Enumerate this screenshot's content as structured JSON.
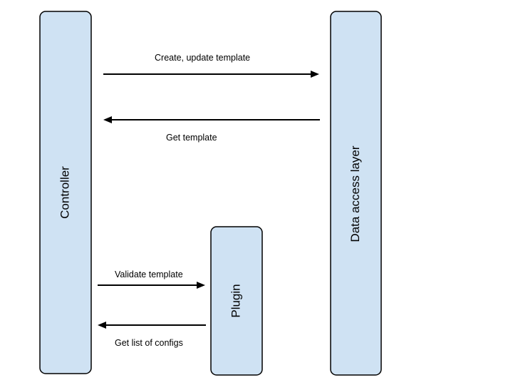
{
  "participants": {
    "controller": "Controller",
    "data_access_layer": "Data access layer",
    "plugin": "Plugin"
  },
  "messages": {
    "create_update_template": "Create, update template",
    "get_template": "Get template",
    "validate_template": "Validate template",
    "get_list_of_configs": "Get list of configs"
  },
  "colors": {
    "box_fill": "#cfe2f3",
    "stroke": "#000000"
  }
}
